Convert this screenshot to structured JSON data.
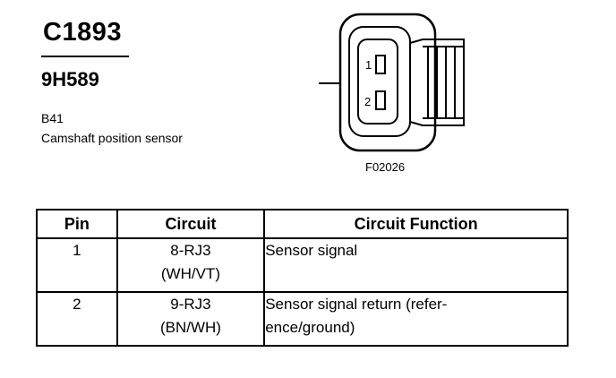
{
  "header": {
    "connector_id": "C1893",
    "part_number": "9H589",
    "component_code": "B41",
    "component_description": "Camshaft position sensor"
  },
  "figure": {
    "pin_labels": [
      "1",
      "2"
    ],
    "figure_id": "F02026"
  },
  "pin_table": {
    "columns": [
      "Pin",
      "Circuit",
      "Circuit Function"
    ],
    "rows": [
      {
        "pin": "1",
        "circuit": "8-RJ3",
        "color": "(WH/VT)",
        "function_lines": [
          "Sensor signal"
        ]
      },
      {
        "pin": "2",
        "circuit": "9-RJ3",
        "color": "(BN/WH)",
        "function_lines": [
          "Sensor signal return (refer-",
          "ence/ground)"
        ]
      }
    ]
  }
}
